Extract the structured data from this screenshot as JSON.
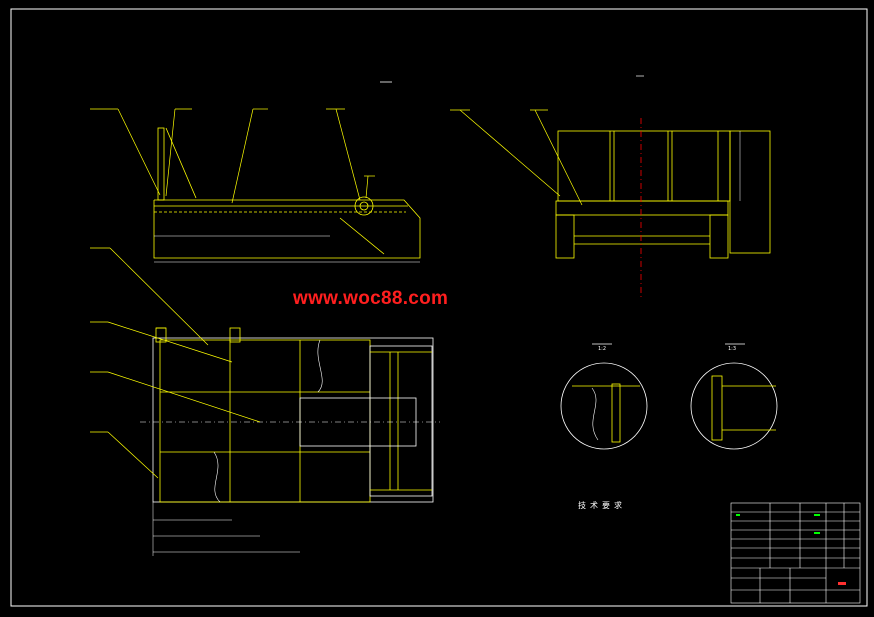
{
  "watermark": {
    "text": "www.woc88.com",
    "color": "#ff1f1f"
  },
  "colors": {
    "background": "#000000",
    "frame": "#ffffff",
    "outline": "#ffff00",
    "leader": "#ffff00",
    "centerline": "#ff0000",
    "detail_circle": "#ffffff",
    "weld_text": "#ff6a00",
    "title_accent": "#00ff00"
  },
  "technical_requirements": {
    "title": "技术要求"
  },
  "views": {
    "detail_1_label": "1:2",
    "detail_2_label": "1:3"
  },
  "icons": [
    "weld-symbol-icon",
    "leader-line-icon",
    "section-arrow-icon"
  ]
}
